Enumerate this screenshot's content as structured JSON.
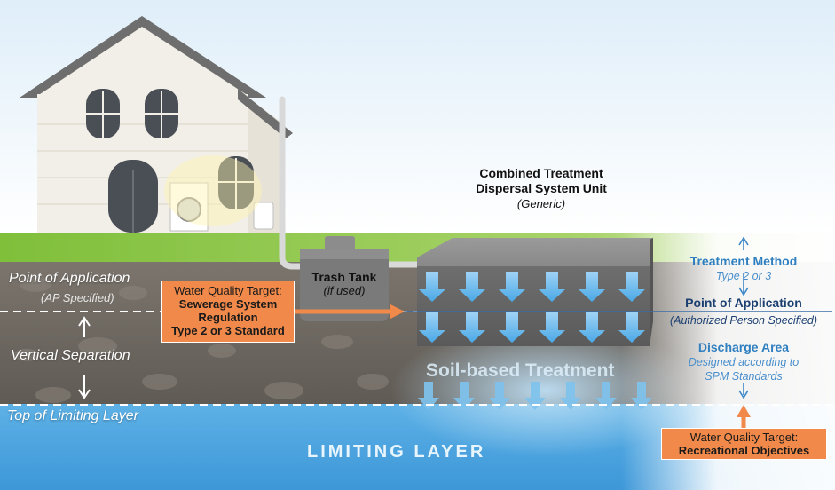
{
  "system": {
    "title_line1": "Combined Treatment",
    "title_line2": "Dispersal System Unit",
    "title_sub": "(Generic)"
  },
  "trash_tank": {
    "label": "Trash Tank",
    "sub": "(if used)"
  },
  "left_labels": {
    "point_of_application": "Point of Application",
    "ap_specified": "(AP Specified)",
    "vertical_separation": "Vertical Separation",
    "top_of_limiting_layer": "Top of Limiting Layer"
  },
  "wq_target_left": {
    "heading": "Water Quality Target:",
    "line1": "Sewerage System",
    "line2": "Regulation",
    "line3": "Type 2 or 3 Standard"
  },
  "soil_treatment": "Soil-based Treatment",
  "limiting_layer": "LIMITING LAYER",
  "right_labels": {
    "treatment_method": "Treatment Method",
    "treatment_method_sub": "Type 2 or 3",
    "point_of_application": "Point of Application",
    "authorized_person": "(Authorized Person Specified)",
    "discharge_area": "Discharge Area",
    "discharge_sub1": "Designed according to",
    "discharge_sub2": "SPM Standards"
  },
  "wq_target_right": {
    "heading": "Water Quality Target:",
    "line1": "Recreational Objectives"
  },
  "colors": {
    "sky": "#eaf4fb",
    "grass": "#8cc63f",
    "soil": "#6f6a64",
    "limiting_layer": "#4aa3e0",
    "orange_box": "#f0894a",
    "blue_text": "#2f7fc0",
    "dark_blue_text": "#1a3f70"
  }
}
